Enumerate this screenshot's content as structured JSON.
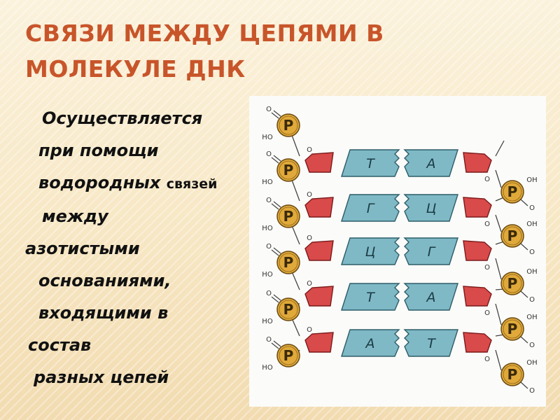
{
  "slide": {
    "title_lines": [
      "СВЯЗИ МЕЖДУ ЦЕПЯМИ В",
      "МОЛЕКУЛЕ ДНК"
    ],
    "body_lines": [
      "Осуществляется",
      "при помощи",
      "водородных",
      "связей",
      "между",
      "азотистыми",
      "основаниями,",
      "входящими в",
      "состав",
      "разных цепей"
    ]
  },
  "figure": {
    "phosphate_label": "P",
    "hydroxyl_label": "OH",
    "left_hydroxyl_label": "HO",
    "oxygen_label": "O",
    "base_pairs": [
      {
        "left": "Т",
        "right": "А"
      },
      {
        "left": "Г",
        "right": "Ц"
      },
      {
        "left": "Ц",
        "right": "Г"
      },
      {
        "left": "Т",
        "right": "А"
      },
      {
        "left": "А",
        "right": "Т"
      }
    ],
    "colors": {
      "title": "#c8552a",
      "base": "#7fb9c6",
      "sugar": "#d94a4a",
      "phosphate": "#e0a93a"
    }
  }
}
